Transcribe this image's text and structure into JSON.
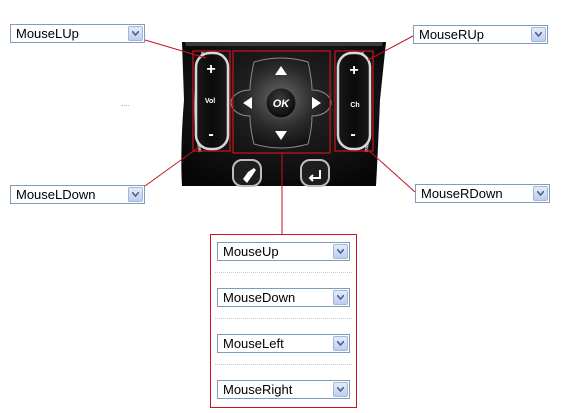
{
  "dropdowns": {
    "left_up": {
      "value": "MouseLUp"
    },
    "right_up": {
      "value": "MouseRUp"
    },
    "left_down": {
      "value": "MouseLDown"
    },
    "right_down": {
      "value": "MouseRDown"
    },
    "up": {
      "value": "MouseUp"
    },
    "down": {
      "value": "MouseDown"
    },
    "left": {
      "value": "MouseLeft"
    },
    "right": {
      "value": "MouseRight"
    }
  },
  "remote": {
    "vol_label": "Vol",
    "ch_label": "Ch",
    "ok_label": "OK",
    "plus_symbol": "+",
    "minus_symbol": "-"
  },
  "colors": {
    "callout": "#c8141e",
    "dropdown_border": "#7f9db9",
    "remote_body": "#111111"
  },
  "icons": {
    "dropdown_arrow": "chevron-down-icon",
    "home_button": "pin-icon",
    "back_button": "back-arrow-icon"
  }
}
